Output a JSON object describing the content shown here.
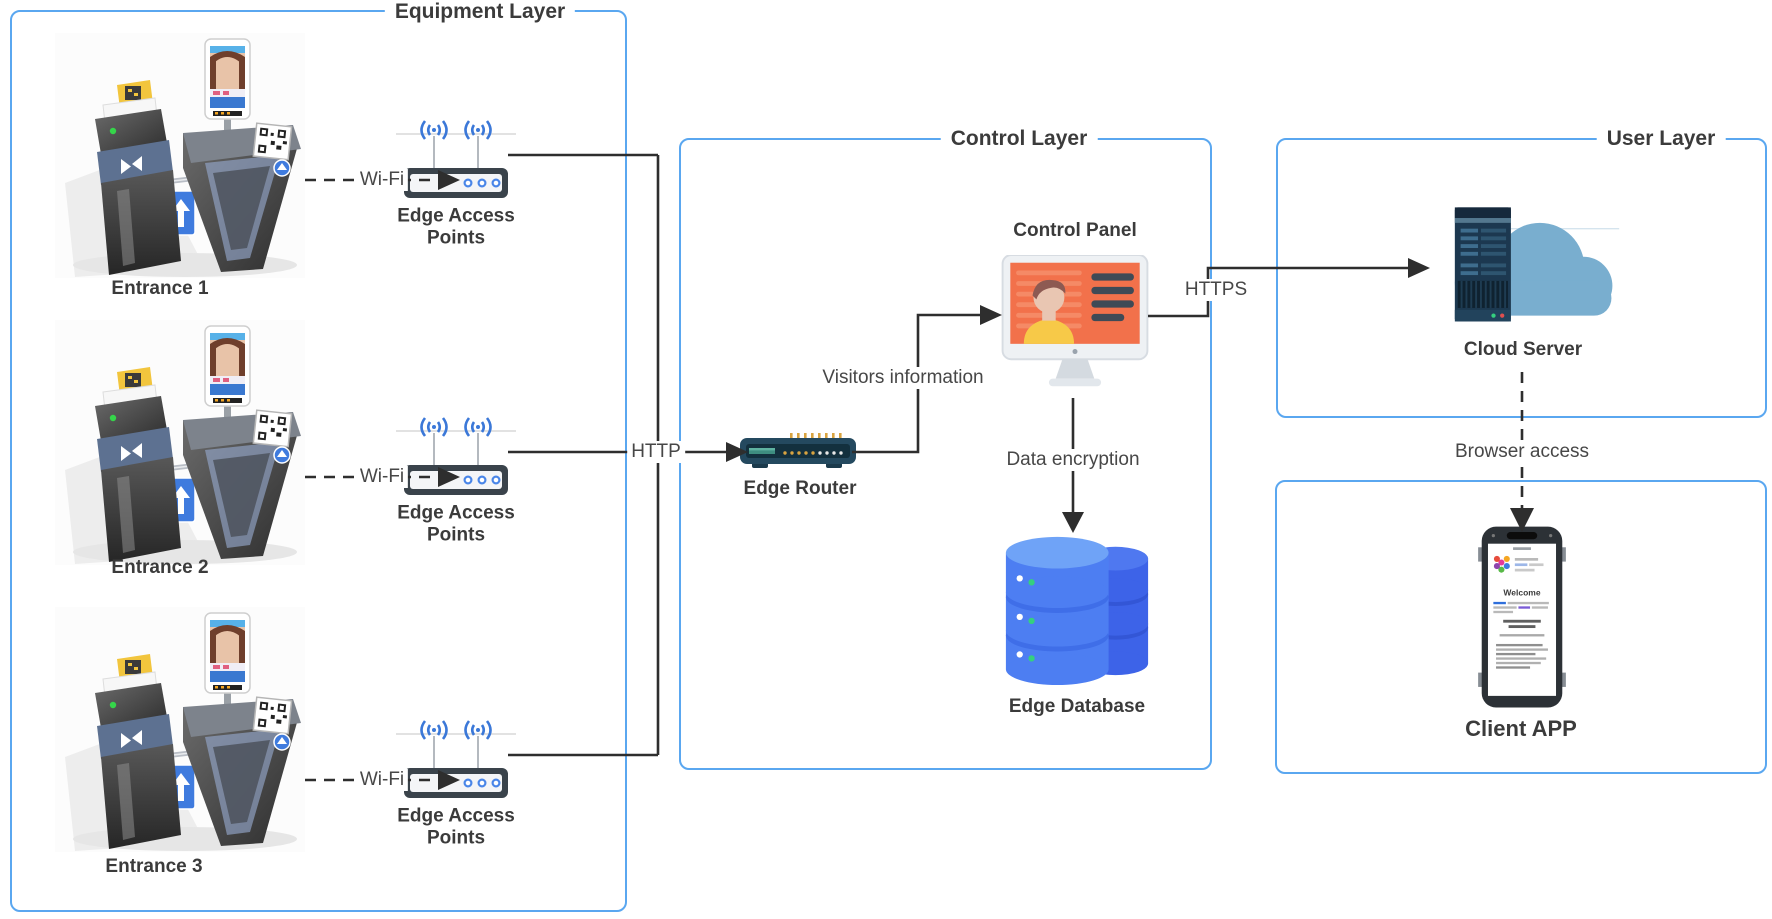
{
  "diagram": {
    "layers": {
      "equipment": {
        "title": "Equipment Layer"
      },
      "control": {
        "title": "Control Layer"
      },
      "user": {
        "title": "User Layer"
      }
    },
    "nodes": {
      "entrances": [
        "Entrance 1",
        "Entrance 2",
        "Entrance 3"
      ],
      "access_points": "Edge Access Points",
      "edge_router": "Edge Router",
      "control_panel": "Control Panel",
      "edge_database": "Edge Database",
      "cloud_server": "Cloud Server",
      "client_app": "Client APP"
    },
    "connections": {
      "wifi": "Wi-Fi",
      "http": "HTTP",
      "https": "HTTPS",
      "visitors_information": "Visitors information",
      "data_encryption": "Data encryption",
      "browser_access": "Browser access"
    },
    "phone_screen": {
      "welcome": "Welcome"
    },
    "colors": {
      "box_border": "#5aa7f0",
      "line": "#2e2e2e",
      "label": "#3b3b3b",
      "panel_screen_orange": "#f2714b",
      "database_blue": "#4d7ef2",
      "cloud_blue": "#79aecf"
    }
  }
}
